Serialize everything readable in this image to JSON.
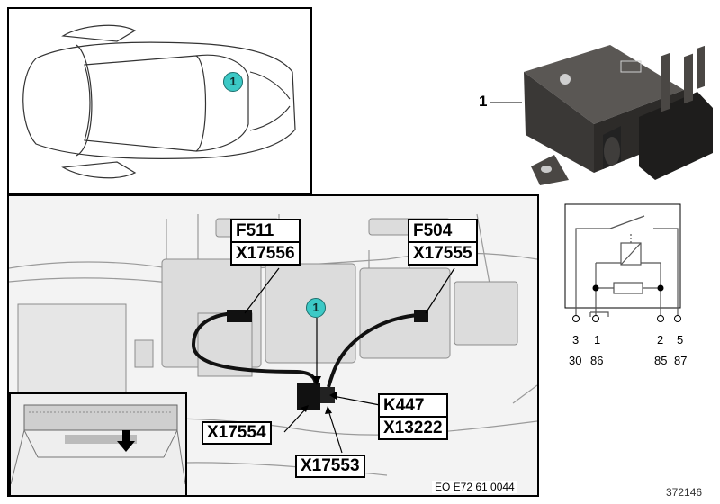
{
  "callout_number": "1",
  "part_label": "1",
  "connectors": {
    "f511": "F511",
    "x17556": "X17556",
    "f504": "F504",
    "x17555": "X17555",
    "k447": "K447",
    "x13222": "X13222",
    "x17554": "X17554",
    "x17553": "X17553"
  },
  "pins": {
    "top": [
      "3",
      "1",
      "2",
      "5"
    ],
    "bottom": [
      "30",
      "86",
      "85",
      "87"
    ]
  },
  "footer_code": "EO E72 61 0044",
  "image_number": "372146",
  "colors": {
    "callout_fill": "#3cc9c6",
    "photo_background": "#f2f2f2",
    "relay_body": "#3a3836"
  }
}
